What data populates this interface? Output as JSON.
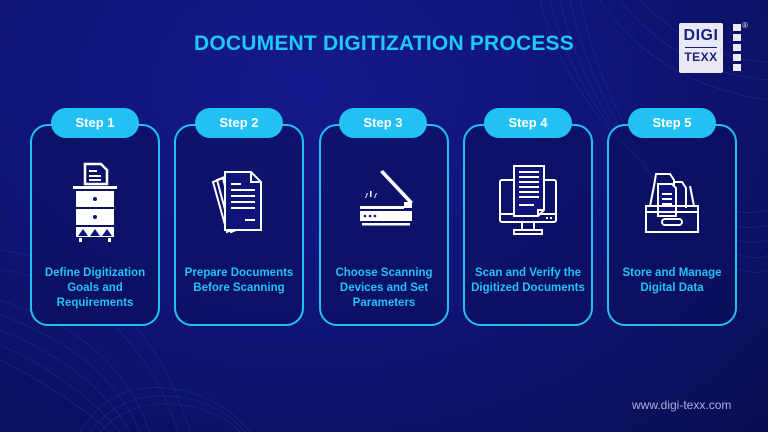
{
  "header": {
    "title": "DOCUMENT DIGITIZATION PROCESS"
  },
  "logo": {
    "line1": "DIGI",
    "line2": "TEXX",
    "registered": "®"
  },
  "steps": [
    {
      "label": "Step 1",
      "text": "Define Digitization Goals and Requirements",
      "icon": "filing-cabinet-icon"
    },
    {
      "label": "Step 2",
      "text": "Prepare Documents Before Scanning",
      "icon": "document-stack-icon"
    },
    {
      "label": "Step 3",
      "text": "Choose Scanning Devices and Set Parameters",
      "icon": "flatbed-scanner-icon"
    },
    {
      "label": "Step 4",
      "text": "Scan and Verify the Digitized Documents",
      "icon": "computer-document-icon"
    },
    {
      "label": "Step 5",
      "text": "Store and Manage Digital Data",
      "icon": "archive-tray-icon"
    }
  ],
  "footer": {
    "url": "www.digi-texx.com"
  },
  "colors": {
    "background": "#0f1478",
    "accent": "#22c1f4",
    "icon": "#ffffff",
    "logo_bg": "#e9e9f4",
    "logo_text": "#1a1f80"
  }
}
